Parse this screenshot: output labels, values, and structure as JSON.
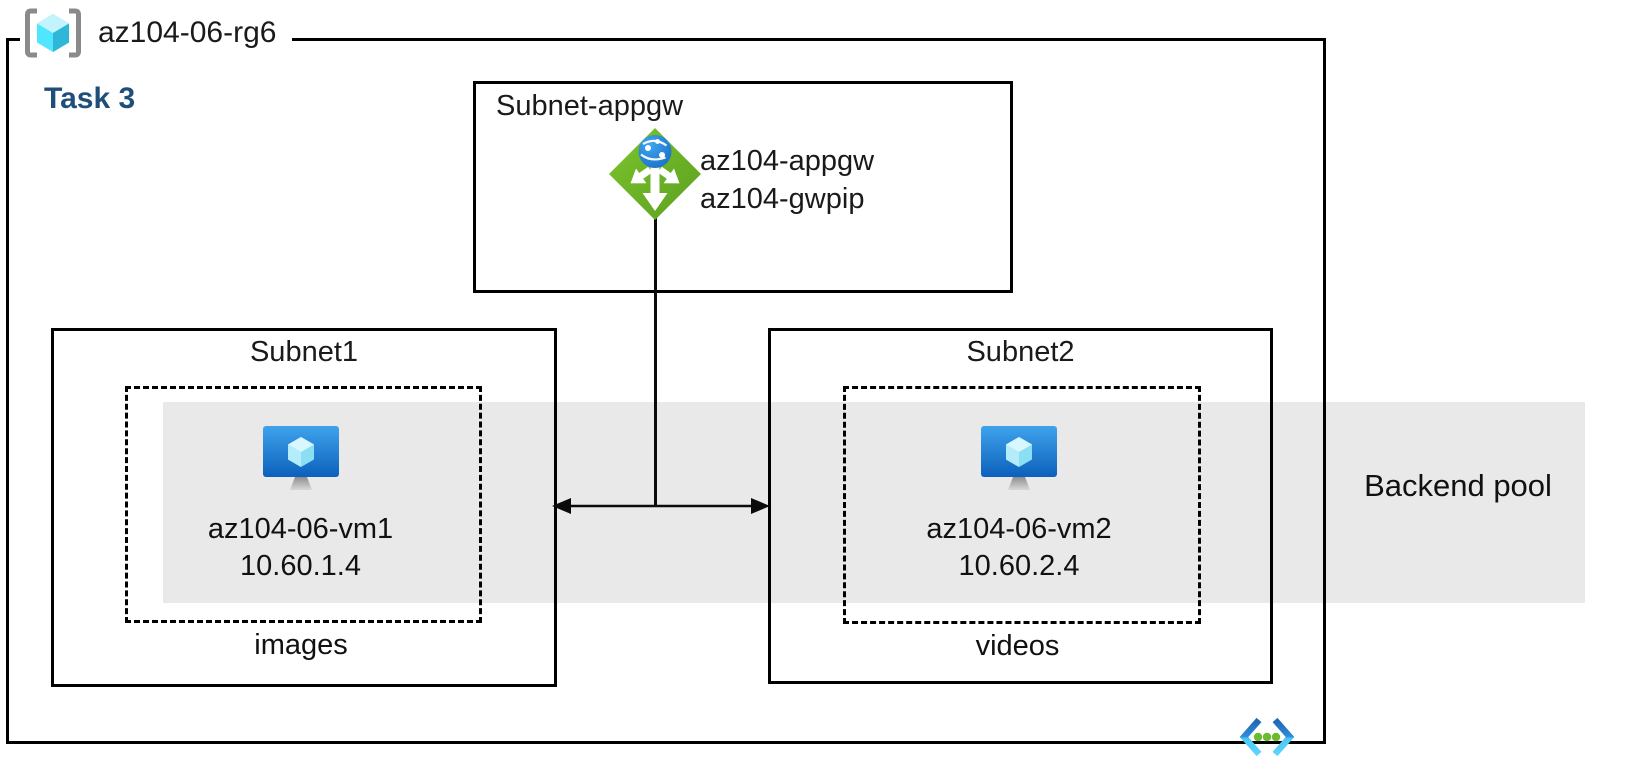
{
  "resource_group": {
    "name": "az104-06-rg6",
    "task_label": "Task 3"
  },
  "appgw_subnet": {
    "label": "Subnet-appgw",
    "gateway_name": "az104-appgw",
    "public_ip_name": "az104-gwpip"
  },
  "subnets": [
    {
      "label": "Subnet1",
      "vm_name": "az104-06-vm1",
      "vm_ip": "10.60.1.4",
      "content_tag": "images"
    },
    {
      "label": "Subnet2",
      "vm_name": "az104-06-vm2",
      "vm_ip": "10.60.2.4",
      "content_tag": "videos"
    }
  ],
  "backend_pool": {
    "label": "Backend pool"
  },
  "icons": {
    "resource_group": "resource-group-icon",
    "application_gateway": "application-gateway-icon",
    "virtual_machine": "virtual-machine-icon",
    "virtual_network": "virtual-network-icon"
  },
  "colors": {
    "task_label_blue": "#1F4E79",
    "backend_pool_band_gray": "#E9E9E9",
    "appgw_green": "#6FB82C",
    "appgw_globe_blue": "#1B7FD4",
    "vm_monitor_blue_top": "#3FA3EC",
    "vm_monitor_blue_bottom": "#0D60BC",
    "rg_cube_cyan": "#50E6FF",
    "rg_bracket_gray": "#8A8A8A",
    "vnet_chevron_blue": "#1F66B4",
    "vnet_chevron_cyan": "#50C7F2",
    "vnet_dot_green": "#6CBB2F",
    "line_black": "#000000"
  }
}
